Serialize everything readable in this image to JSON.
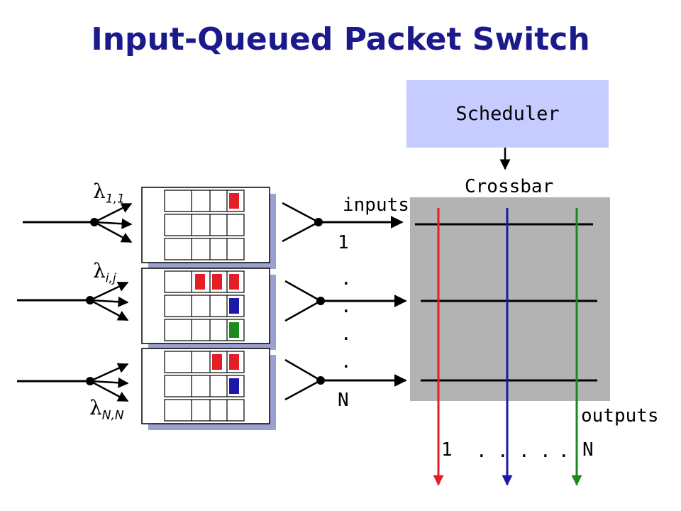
{
  "title": "Input-Queued Packet Switch",
  "scheduler_label": "Scheduler",
  "crossbar_label": "Crossbar",
  "inputs_label": "inputs",
  "outputs_label": "outputs",
  "input_index_first": "1",
  "input_index_last": "N",
  "output_index_first": "1",
  "output_index_last": "N",
  "ellipsis_dot": ".",
  "lambda_symbol": "λ",
  "arrival_rates": [
    "1,1",
    "i,j",
    "N,N"
  ],
  "colors": {
    "title": "#1a1a8c",
    "scheduler_bg": "#c6ccff",
    "crossbar_bg": "#b3b3b3",
    "output_1": "#e31e24",
    "output_2": "#1a1aaa",
    "output_3": "#1a8a1a"
  },
  "queues": [
    [
      [
        "red"
      ],
      [],
      []
    ],
    [
      [
        "red",
        "red",
        "red"
      ],
      [
        "blue"
      ],
      [
        "green"
      ]
    ],
    [
      [
        "red",
        "red"
      ],
      [
        "blue"
      ],
      []
    ]
  ]
}
